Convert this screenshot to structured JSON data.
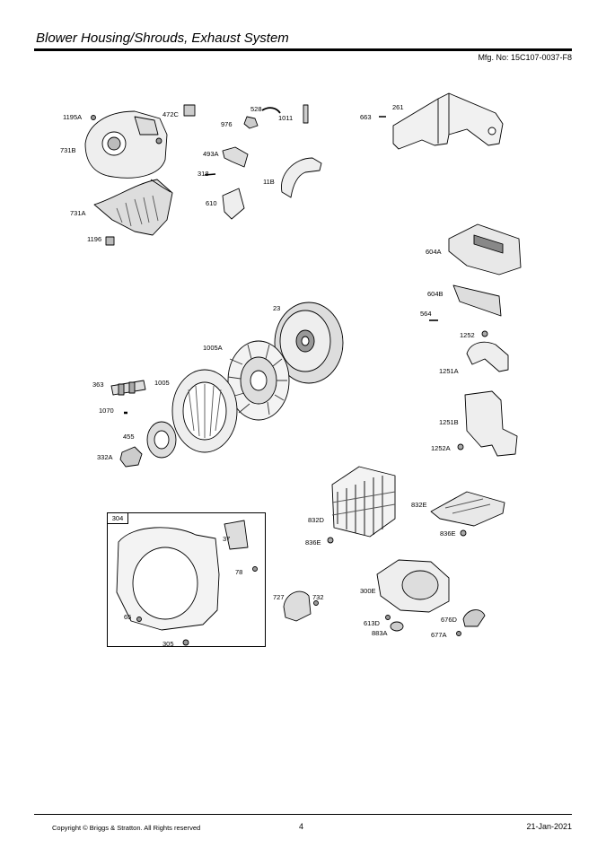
{
  "header": {
    "title": "Blower Housing/Shrouds, Exhaust System",
    "mfg_no": "Mfg. No: 15C107-0037-F8"
  },
  "parts": {
    "p1195A": "1195A",
    "p472C": "472C",
    "p528": "528",
    "p1011": "1011",
    "p976": "976",
    "p731B": "731B",
    "p493A": "493A",
    "p318": "318",
    "p11B": "11B",
    "p610": "610",
    "p731A": "731A",
    "p1196": "1196",
    "p663": "663",
    "p261": "261",
    "p604A": "604A",
    "p604B": "604B",
    "p564": "564",
    "p1252": "1252",
    "p1251A": "1251A",
    "p23": "23",
    "p1005A": "1005A",
    "p363": "363",
    "p1005": "1005",
    "p1070": "1070",
    "p455": "455",
    "p332A": "332A",
    "p1251B": "1251B",
    "p1252A": "1252A",
    "p832D": "832D",
    "p832E": "832E",
    "p836E_left": "836E",
    "p836E_right": "836E",
    "p304": "304",
    "p37": "37",
    "p78": "78",
    "p65": "65",
    "p305": "305",
    "p727": "727",
    "p732": "732",
    "p300E": "300E",
    "p613D": "613D",
    "p883A": "883A",
    "p676D": "676D",
    "p677A": "677A"
  },
  "footer": {
    "copyright": "Copyright © Briggs & Stratton. All Rights reserved",
    "page": "4",
    "date": "21-Jan-2021"
  }
}
